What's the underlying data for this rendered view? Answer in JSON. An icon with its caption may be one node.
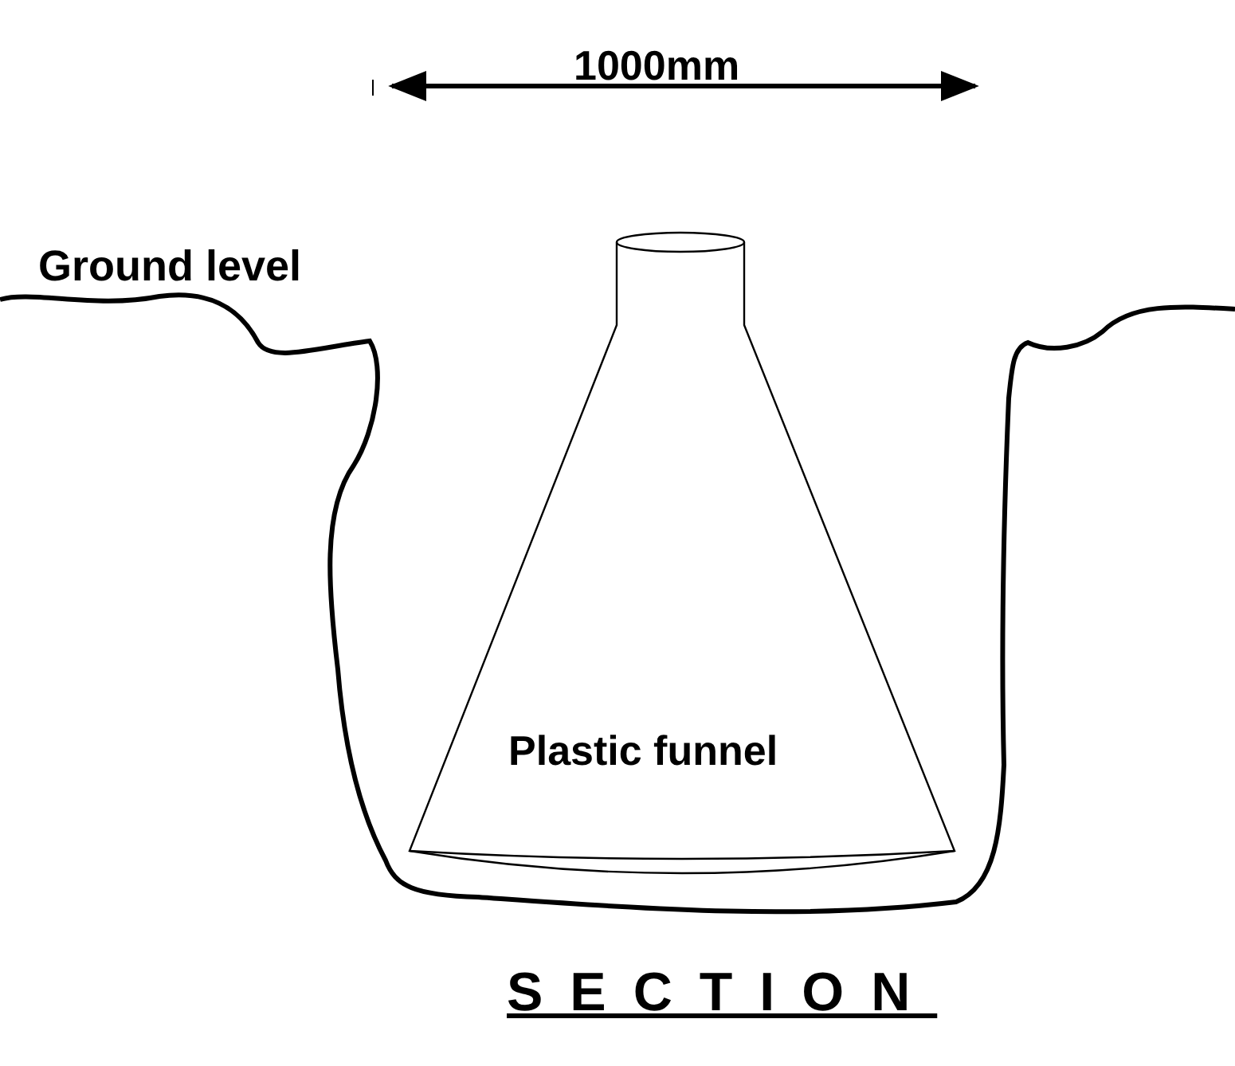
{
  "diagram": {
    "caption": "SECTION",
    "nodes": [
      {
        "text": [
          "Plastic funnel"
        ]
      }
    ],
    "labels": [
      "1000mm",
      "Ground level"
    ]
  }
}
